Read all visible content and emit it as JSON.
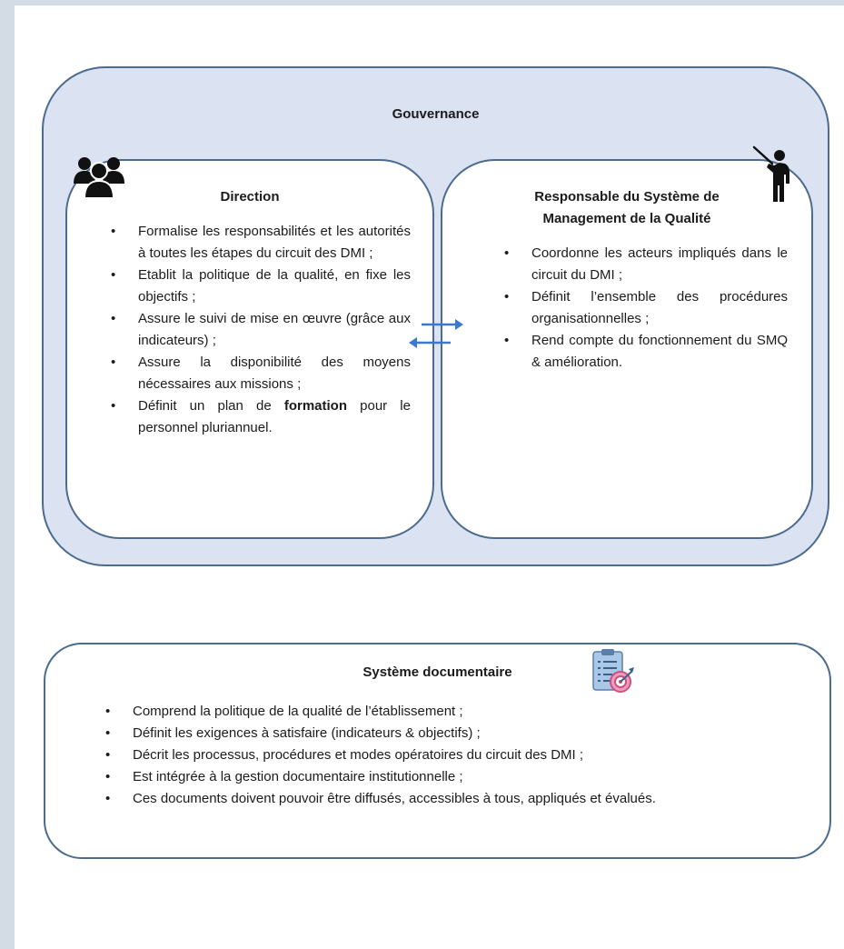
{
  "governance": {
    "title": "Gouvernance",
    "direction": {
      "title": "Direction",
      "icon": "people-group-icon",
      "items": [
        "Formalise les responsabilités et les autorités à toutes les étapes du circuit des DMI ;",
        "Etablit la politique de la qualité, en fixe les objectifs ;",
        "Assure le suivi de mise en œuvre (grâce aux indicateurs) ;",
        "Assure la disponibilité des moyens nécessaires aux missions ;",
        "Définit un plan de formation pour le personnel pluriannuel."
      ]
    },
    "rsmq": {
      "title_line1": "Responsable du Système de",
      "title_line2": "Management de la Qualité",
      "icon": "presenter-icon",
      "items": [
        "Coordonne les acteurs impliqués dans le circuit du DMI ;",
        "Définit l’ensemble des procédures organisationnelles ;",
        "Rend compte du fonctionnement du SMQ & amélioration."
      ]
    },
    "exchange_icon": "bidirectional-arrows-icon"
  },
  "documentation": {
    "title": "Système documentaire",
    "icon": "clipboard-target-icon",
    "items": [
      "Comprend la politique de la qualité de l’établissement ;",
      "Définit les exigences à satisfaire (indicateurs & objectifs) ;",
      "Décrit les processus, procédures et modes opératoires du circuit des DMI ;",
      "Est intégrée à la gestion documentaire institutionnelle ;",
      "Ces documents doivent pouvoir être diffusés, accessibles à tous, appliqués et évalués."
    ]
  },
  "colors": {
    "border": "#4c6b8f",
    "governance_fill": "#dbe3f3",
    "arrow": "#3b78d0"
  }
}
